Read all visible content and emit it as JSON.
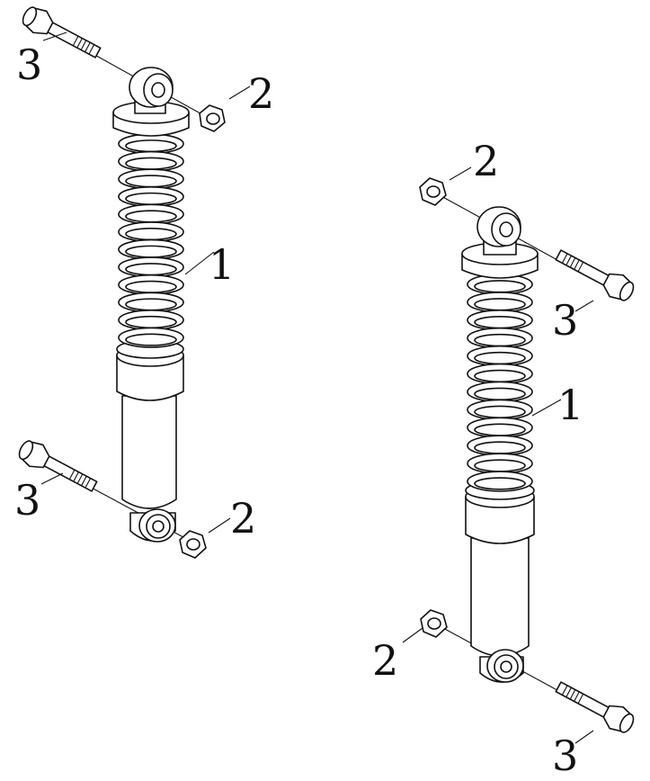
{
  "diagram": {
    "assemblies": [
      {
        "id": "left",
        "labels": {
          "shock": "1",
          "nut_top": "2",
          "bolt_top": "3",
          "nut_bottom": "2",
          "bolt_bottom": "3"
        }
      },
      {
        "id": "right",
        "labels": {
          "shock": "1",
          "nut_top": "2",
          "bolt_top": "3",
          "nut_bottom": "2",
          "bolt_bottom": "3"
        }
      }
    ]
  }
}
